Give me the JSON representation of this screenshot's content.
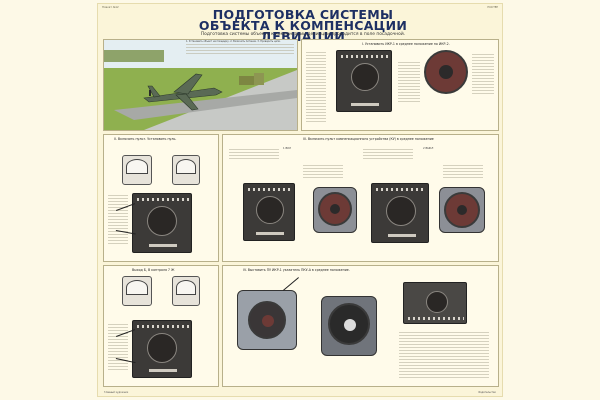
{
  "poster": {
    "header_left": "Плакат №12",
    "header_right": "ПОСТЕР",
    "title_line1": "ПОДГОТОВКА СИСТЕМЫ ОБЪЕКТА К КОМПЕНСАЦИИ",
    "title_line2": "ДЕВИАЦИИ",
    "subtitle": "Подготовка системы объекта к компенсации девиации проводится в поле посадочной."
  },
  "panels": {
    "steps_top": "1. Установить объект на площадку. 2. Включить питание. 3. Проверить цепи.",
    "top_right_title": "I. Установить ИКР-1 в среднее положение по ИКР-2.",
    "mid_left_title": "II. Включить пульт. Установить нуль.",
    "mid_right_title": "III. Включить пульт компенсационного устройства (КУ) в среднее положение",
    "mid_right_block_left": "1 ВКЛ",
    "mid_right_block_right": "2 ВЫКЛ",
    "bot_left_title": "Выход Б, В контроля 7 Ж",
    "bot_right_title": "IV. Выставить ПУ ИКР-1 указатель ПКУ-А в среднее положение.",
    "footer_left": "Главный художник",
    "footer_right": "Издательство"
  },
  "colors": {
    "title": "#1d2f63",
    "paper": "#fbf5d9",
    "gauge_dial": "#6d3a36",
    "instrument": "#3c3a38"
  },
  "icons": {
    "aircraft": "aircraft-photo",
    "instrument": "instrument-panel-icon",
    "gauge": "round-gauge-icon",
    "meter": "analog-meter-icon"
  }
}
